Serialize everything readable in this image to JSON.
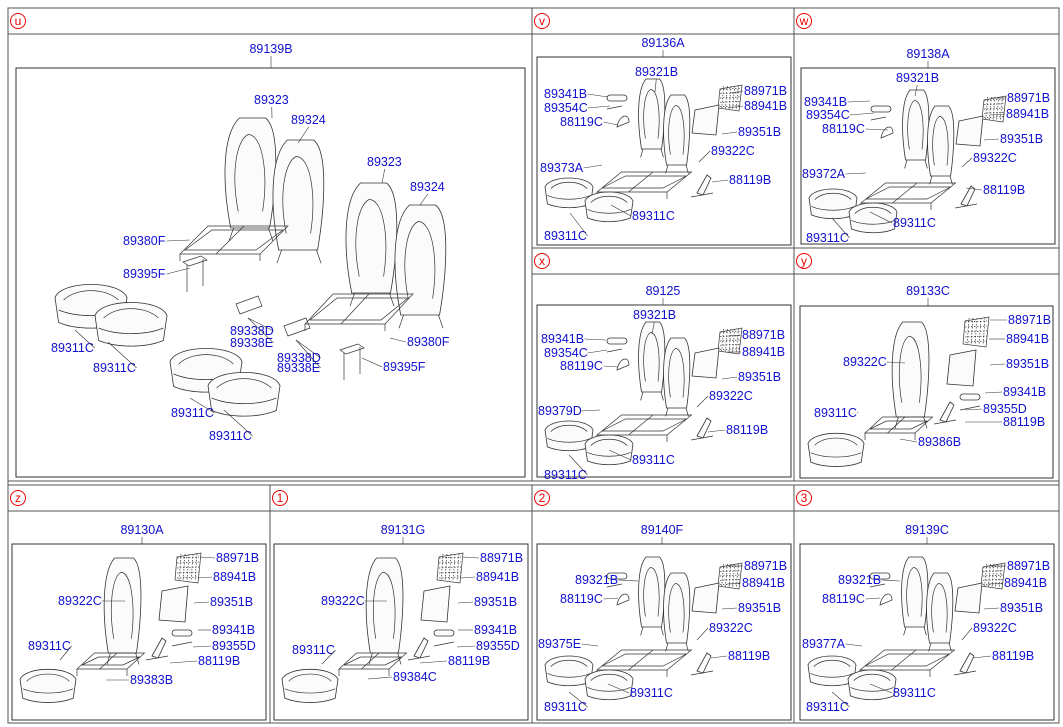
{
  "panels": [
    {
      "id": "u",
      "title": "89139B",
      "labels": [
        "89323",
        "89324",
        "89323",
        "89324",
        "89380F",
        "89395F",
        "89311C",
        "89311C",
        "89338D",
        "89338E",
        "89338D",
        "89338E",
        "89380F",
        "89395F",
        "89311C",
        "89311C"
      ]
    },
    {
      "id": "v",
      "title": "89136A",
      "labels": [
        "89321B",
        "88971B",
        "89341B",
        "88941B",
        "89354C",
        "88119C",
        "89351B",
        "89322C",
        "89373A",
        "88119B",
        "89311C",
        "89311C"
      ]
    },
    {
      "id": "w",
      "title": "89138A",
      "labels": [
        "89321B",
        "88971B",
        "89341B",
        "88941B",
        "89354C",
        "88119C",
        "89351B",
        "89322C",
        "89372A",
        "88119B",
        "89311C",
        "89311C"
      ]
    },
    {
      "id": "x",
      "title": "89125",
      "labels": [
        "89321B",
        "88971B",
        "89341B",
        "88941B",
        "89354C",
        "88119C",
        "89351B",
        "89322C",
        "89379D",
        "88119B",
        "89311C",
        "89311C"
      ]
    },
    {
      "id": "y",
      "title": "89133C",
      "labels": [
        "88971B",
        "88941B",
        "89322C",
        "89351B",
        "89341B",
        "89311C",
        "89355D",
        "88119B",
        "89386B"
      ]
    },
    {
      "id": "z",
      "title": "89130A",
      "labels": [
        "88971B",
        "88941B",
        "89322C",
        "89351B",
        "89341B",
        "89355D",
        "89311C",
        "88119B",
        "89383B"
      ]
    },
    {
      "id": "1",
      "title": "89131G",
      "labels": [
        "88971B",
        "88941B",
        "89322C",
        "89351B",
        "89341B",
        "89355D",
        "89311C",
        "88119B",
        "89384C"
      ]
    },
    {
      "id": "2",
      "title": "89140F",
      "labels": [
        "88971B",
        "89321B",
        "88941B",
        "88119C",
        "89351B",
        "89322C",
        "89375E",
        "88119B",
        "89311C",
        "89311C"
      ]
    },
    {
      "id": "3",
      "title": "89139C",
      "labels": [
        "88971B",
        "89321B",
        "88941B",
        "88119C",
        "89351B",
        "89322C",
        "89377A",
        "88119B",
        "89311C",
        "89311C"
      ]
    }
  ]
}
